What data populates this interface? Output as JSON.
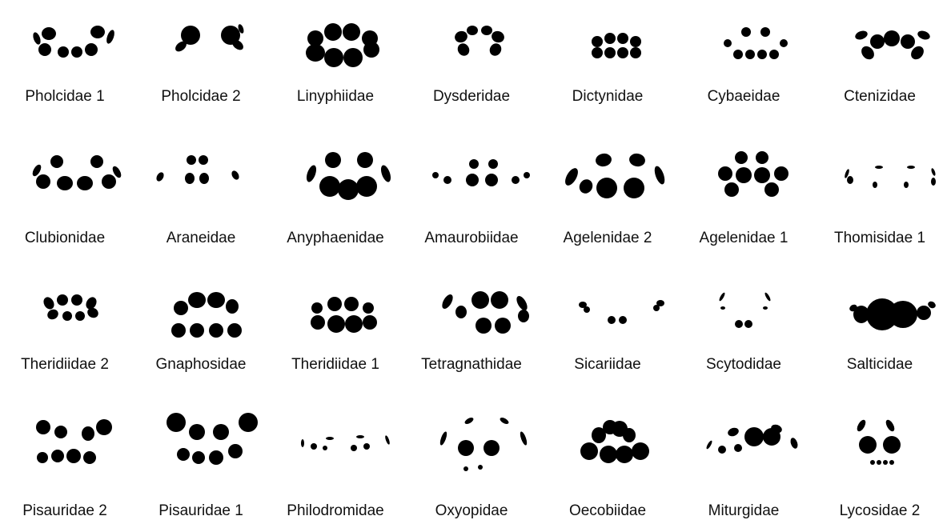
{
  "eye_color": "#000000",
  "background": "#ffffff",
  "families": [
    {
      "id": "pholcidae-1",
      "label": "Pholcidae 1"
    },
    {
      "id": "pholcidae-2",
      "label": "Pholcidae 2"
    },
    {
      "id": "linyphiidae",
      "label": "Linyphiidae"
    },
    {
      "id": "dysderidae",
      "label": "Dysderidae"
    },
    {
      "id": "dictynidae",
      "label": "Dictynidae"
    },
    {
      "id": "cybaeidae",
      "label": "Cybaeidae"
    },
    {
      "id": "ctenizidae",
      "label": "Ctenizidae"
    },
    {
      "id": "clubionidae",
      "label": "Clubionidae"
    },
    {
      "id": "araneidae",
      "label": "Araneidae"
    },
    {
      "id": "anyphaenidae",
      "label": "Anyphaenidae"
    },
    {
      "id": "amaurobiidae",
      "label": "Amaurobiidae"
    },
    {
      "id": "agelenidae-2",
      "label": "Agelenidae 2"
    },
    {
      "id": "agelenidae-1",
      "label": "Agelenidae 1"
    },
    {
      "id": "thomisidae-1",
      "label": "Thomisidae 1"
    },
    {
      "id": "theridiidae-2",
      "label": "Theridiidae 2"
    },
    {
      "id": "gnaphosidae",
      "label": "Gnaphosidae"
    },
    {
      "id": "theridiidae-1",
      "label": "Theridiidae 1"
    },
    {
      "id": "tetragnathidae",
      "label": "Tetragnathidae"
    },
    {
      "id": "sicariidae",
      "label": "Sicariidae"
    },
    {
      "id": "scytodidae",
      "label": "Scytodidae"
    },
    {
      "id": "salticidae",
      "label": "Salticidae"
    },
    {
      "id": "pisauridae-2",
      "label": "Pisauridae 2"
    },
    {
      "id": "pisauridae-1",
      "label": "Pisauridae 1"
    },
    {
      "id": "philodromidae",
      "label": "Philodromidae"
    },
    {
      "id": "oxyopidae",
      "label": "Oxyopidae"
    },
    {
      "id": "oecobiidae",
      "label": "Oecobiidae"
    },
    {
      "id": "miturgidae",
      "label": "Miturgidae"
    },
    {
      "id": "lycosidae-2",
      "label": "Lycosidae 2"
    }
  ]
}
